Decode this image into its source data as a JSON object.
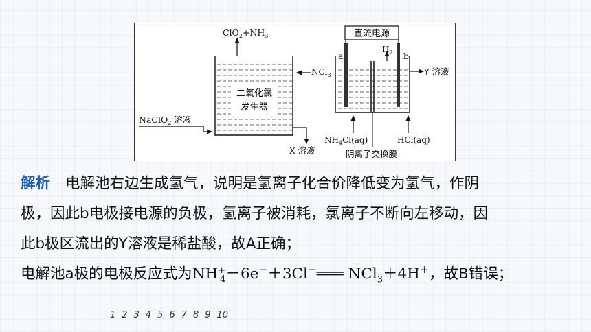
{
  "figure": {
    "clo2_label_1": "ClO",
    "clo2_label_2": "2",
    "clo2_label_3": "+NH",
    "clo2_label_4": "3",
    "power_label": "直流电源",
    "electrode_a": "a",
    "electrode_b": "b",
    "h2_1": "H",
    "h2_2": "2",
    "ncl3_1": "NCl",
    "ncl3_2": "3",
    "y_solution": "Y 溶液",
    "generator_1": "二氧化氯",
    "generator_2": "发生器",
    "naclo2_1": "NaClO",
    "naclo2_2": "2",
    "naclo2_3": " 溶液",
    "x_solution": "X 溶液",
    "nh4cl_1": "NH",
    "nh4cl_2": "4",
    "nh4cl_3": "Cl(aq)",
    "hcl": "HCl(aq)",
    "membrane": "阴离子交换膜"
  },
  "analysis": {
    "label": "解析",
    "line1": "电解池右边生成氢气，说明是氢离子化合价降低变为氢气，作阴",
    "line2": "极，因此b电极接电源的负极，氢离子被消耗，氯离子不断向左移动，因",
    "line3": "此b极区流出的Y溶液是稀盐酸，故A正确；",
    "line4_a": "电解池a极的电极反应式为",
    "line4_b": "NH",
    "line4_b_sup": "+",
    "line4_b_sub": "4",
    "line4_c": "－6e",
    "line4_c_sup": "－",
    "line4_d": "＋3Cl",
    "line4_d_sup": "－",
    "line4_e": "═══ NCl",
    "line4_e_sub": "3",
    "line4_f": "＋4H",
    "line4_f_sup": "＋",
    "line4_g": "，故B错误；"
  },
  "pager": {
    "pages": [
      "1",
      "2",
      "3",
      "4",
      "5",
      "6",
      "7",
      "8",
      "9",
      "10"
    ],
    "current": "5"
  }
}
